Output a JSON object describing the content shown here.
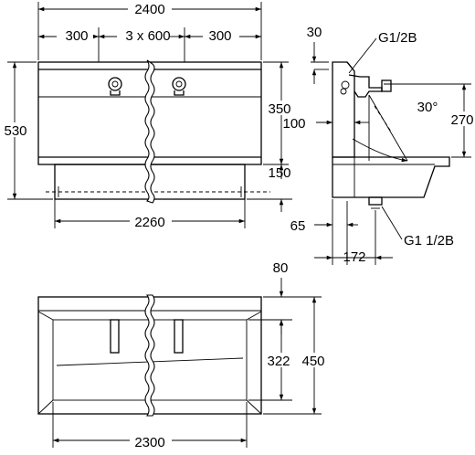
{
  "drawing": {
    "front_view": {
      "overall_width": "2400",
      "segment_left": "300",
      "segment_middle": "3 x 600",
      "segment_right": "300",
      "total_height": "530",
      "basin_height": "350",
      "skirt_height": "150",
      "skirt_width": "2260"
    },
    "side_view": {
      "wall_offset": "30",
      "inlet_thread": "G1/2B",
      "projection": "100",
      "angle": "30°",
      "fitting_height": "270",
      "outlet_offset": "65",
      "outlet_distance": "172",
      "outlet_thread": "G1 1/2B"
    },
    "top_view": {
      "rim_width": "80",
      "inner_depth": "322",
      "total_depth": "450",
      "total_width": "2300"
    }
  }
}
